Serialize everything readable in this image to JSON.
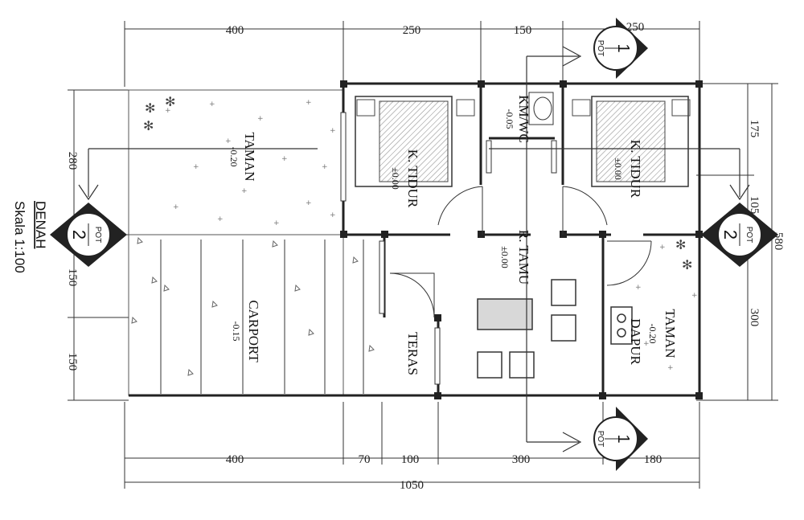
{
  "title": {
    "heading": "DENAH",
    "scale": "Skala 1:100"
  },
  "dimensions": {
    "top": [
      "400",
      "250",
      "150",
      "250"
    ],
    "bottom_row1": [
      "400",
      "70",
      "100",
      "300",
      "180"
    ],
    "bottom_total": "1050",
    "left": [
      "280",
      "150",
      "150"
    ],
    "right": [
      "175",
      "105",
      "300"
    ],
    "right_total": "580"
  },
  "rooms": {
    "taman_top": {
      "name": "TAMAN",
      "level": "-0.20"
    },
    "k_tidur_left": {
      "name": "K. TIDUR",
      "level": "±0.00"
    },
    "km_wc": {
      "name": "KM/WC",
      "level": "-0.05"
    },
    "k_tidur_right": {
      "name": "K. TIDUR",
      "level": "±0.00"
    },
    "r_tamu": {
      "name": "R. TAMU",
      "level": "±0.00"
    },
    "carport": {
      "name": "CARPORT",
      "level": "-0.15"
    },
    "teras": {
      "name": "TERAS"
    },
    "dapur": {
      "name": "DAPUR"
    },
    "taman_right": {
      "name": "TAMAN",
      "level": "-0.20"
    }
  },
  "section_markers": {
    "pot1_top": {
      "number": "1",
      "label": "POT"
    },
    "pot1_bottom": {
      "number": "1",
      "label": "POT"
    },
    "pot2_left": {
      "number": "2",
      "label": "POT"
    },
    "pot2_right": {
      "number": "2",
      "label": "POT"
    }
  }
}
